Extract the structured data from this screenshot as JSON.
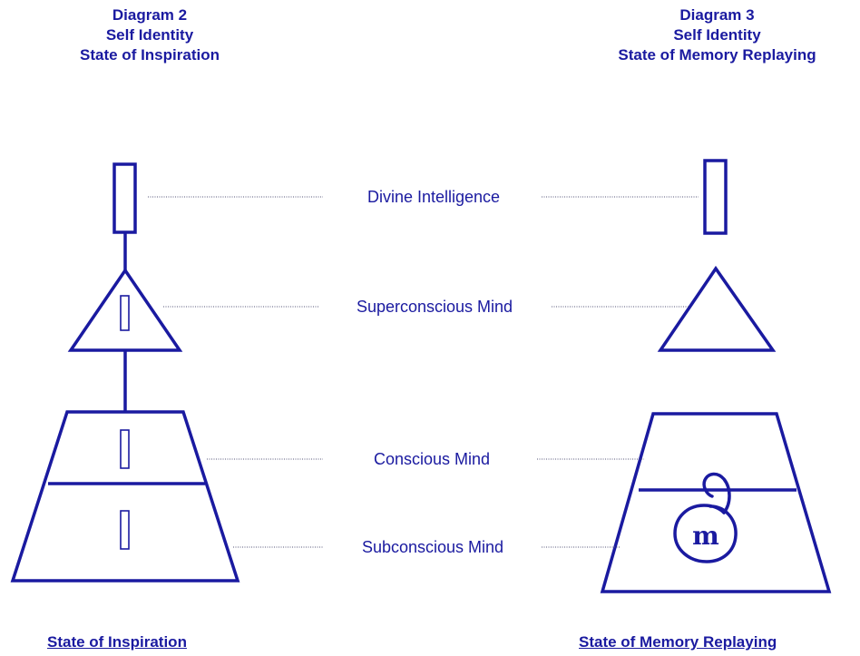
{
  "left_header": {
    "line1": "Diagram 2",
    "line2": "Self Identity",
    "line3": "State of Inspiration"
  },
  "right_header": {
    "line1": "Diagram 3",
    "line2": "Self Identity",
    "line3": "State of Memory Replaying"
  },
  "levels": {
    "divine": "Divine Intelligence",
    "superconscious": "Superconscious Mind",
    "conscious": "Conscious Mind",
    "subconscious": "Subconscious Mind"
  },
  "memory_symbol": "m",
  "footer": {
    "left": "State of Inspiration",
    "right": "State of Memory Replaying"
  },
  "colors": {
    "ink": "#1a1aa0"
  }
}
